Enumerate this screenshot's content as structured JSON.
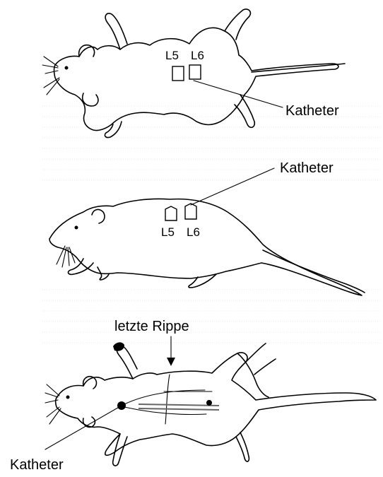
{
  "panel_top": {
    "vertebra_left": "L5",
    "vertebra_right": "L6",
    "catheter_label": "Katheter"
  },
  "panel_middle": {
    "vertebra_left": "L5",
    "vertebra_right": "L6",
    "catheter_label": "Katheter"
  },
  "panel_bottom": {
    "rib_label": "letzte Rippe",
    "catheter_label": "Katheter"
  }
}
